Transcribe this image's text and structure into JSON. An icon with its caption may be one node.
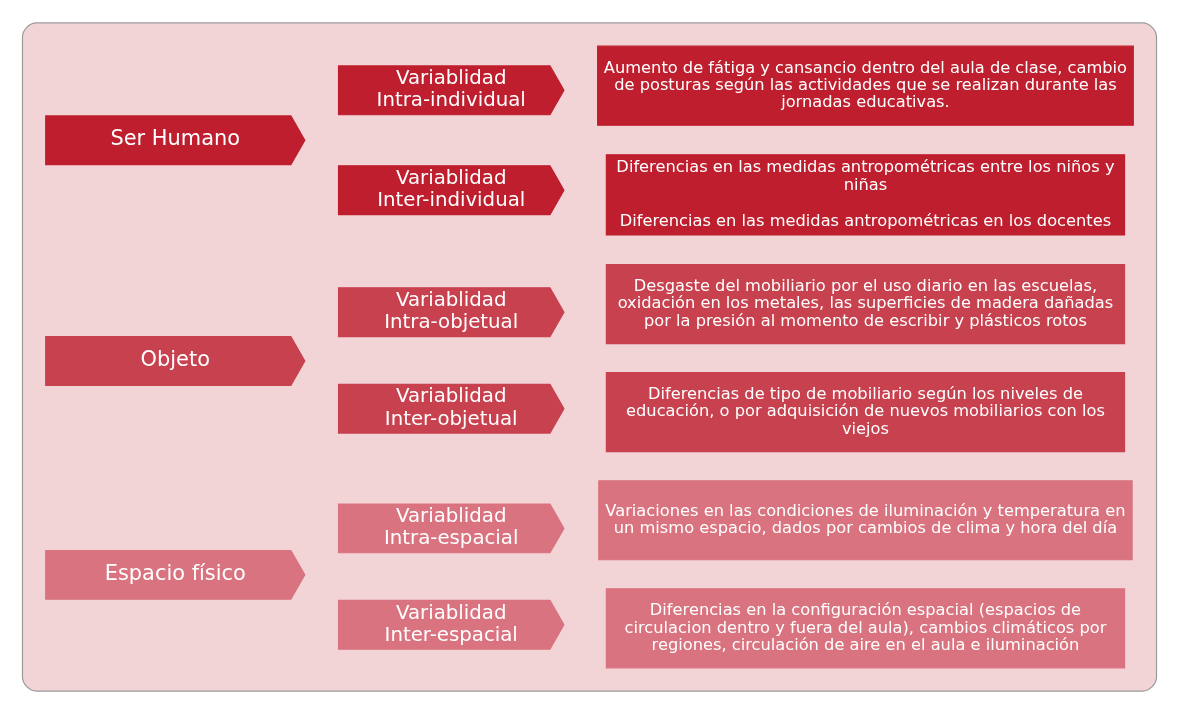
{
  "diagram": {
    "nodes": [
      {
        "text": [],
        "shape": "box"
      },
      {
        "text": [
          "Ser Humano"
        ],
        "in": 0
      },
      {
        "text": [
          "Variablidad Inter-individual"
        ],
        "in": 0
      },
      {
        "text": [
          "Diferencias en las medidas antropométricas entre los niños y niñas",
          "Diferencias en las medidas antropométricas en los docentes"
        ],
        "in": 0
      },
      {
        "text": [
          "Variablidad Intra-individual"
        ],
        "in": 0
      },
      {
        "text": [
          "Aumento de fátiga y cansancio dentro del aula de clase, cambio de posturas según las actividades que se realizan durante las jornadas educativas."
        ],
        "in": 0
      },
      {
        "text": [
          "Objeto"
        ],
        "in": 0
      },
      {
        "text": [
          "Variablidad Inter-objetual"
        ],
        "in": 0
      },
      {
        "text": [
          "Diferencias de tipo de mobiliario según los niveles de educación, o por adquisición de nuevos mobiliarios con los viejos"
        ],
        "in": 0
      },
      {
        "text": [
          "Variablidad Intra-objetual"
        ],
        "in": 0
      },
      {
        "text": [
          "Desgaste del mobiliario por el uso diario en las escuelas, oxidación en los metales, las superficies de madera dañadas por la presión al momento de escribir y plásticos rotos"
        ],
        "in": 0
      },
      {
        "text": [
          "Espacio físico"
        ],
        "in": 0
      },
      {
        "text": [
          "Variablidad Inter-espacial"
        ],
        "in": 0
      },
      {
        "text": [
          "Diferencias en la configuración espacial (espacios de circulacion dentro y fuera del aula), cambios climáticos por regiones, circulación de aire en el aula e iluminación"
        ],
        "in": 0
      },
      {
        "text": [
          "Variablidad Intra-espacial"
        ],
        "in": 0
      },
      {
        "text": [
          "Variaciones en las condiciones de iluminación y temperatura en un mismo espacio, dados por cambios de clima y hora del día"
        ],
        "in": 0
      }
    ]
  }
}
